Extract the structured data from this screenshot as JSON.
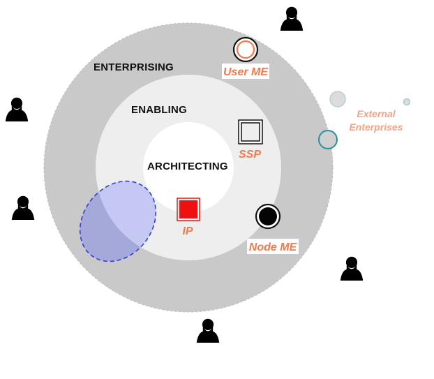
{
  "rings": {
    "enterprising": "ENTERPRISING",
    "enabling": "ENABLING",
    "architecting": "ARCHITECTING"
  },
  "nodes": {
    "user_me": "User ME",
    "ssp": "SSP",
    "ip": "IP",
    "node_me": "Node ME"
  },
  "external": {
    "line1": "External",
    "line2": "Enterprises"
  },
  "colors": {
    "outer_ring": "#c9c9c9",
    "middle_ring": "#eeeeee",
    "inner_core": "#ffffff",
    "accent_label": "#f07a4c",
    "external_label": "#f2a385",
    "ip_fill": "#ee1111",
    "teal_circle": "#2a8f9a",
    "overlay_fill": "#8e95e6",
    "overlay_border": "#2f3fd6"
  },
  "icons": {
    "person": "person-icon"
  }
}
